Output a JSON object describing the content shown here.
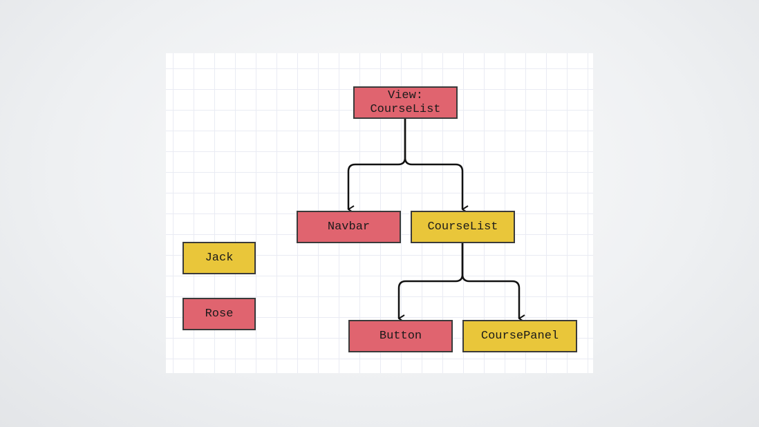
{
  "nodes": {
    "view_courselist": {
      "label": "View:\nCourseList",
      "color": "#e0646f"
    },
    "navbar": {
      "label": "Navbar",
      "color": "#e0646f"
    },
    "courselist": {
      "label": "CourseList",
      "color": "#e9c63a"
    },
    "button": {
      "label": "Button",
      "color": "#e0646f"
    },
    "coursepanel": {
      "label": "CoursePanel",
      "color": "#e9c63a"
    }
  },
  "legend": {
    "jack": {
      "label": "Jack",
      "color": "#e9c63a"
    },
    "rose": {
      "label": "Rose",
      "color": "#e0646f"
    }
  },
  "edges": [
    {
      "from": "view_courselist",
      "to": "navbar"
    },
    {
      "from": "view_courselist",
      "to": "courselist"
    },
    {
      "from": "courselist",
      "to": "button"
    },
    {
      "from": "courselist",
      "to": "coursepanel"
    }
  ]
}
